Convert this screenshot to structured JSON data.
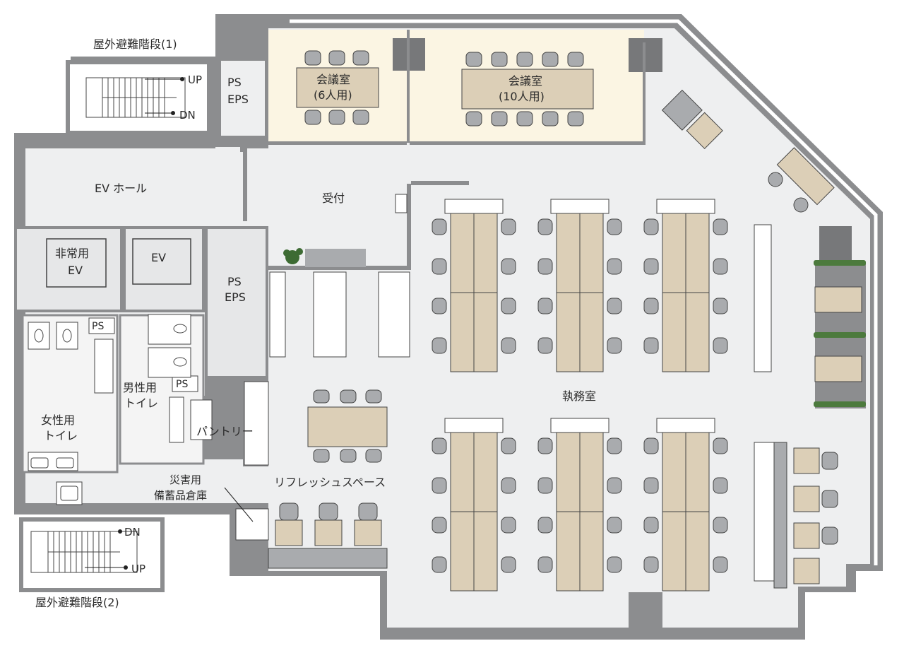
{
  "labels": {
    "stairs_top": "屋外避難階段(1)",
    "stairs_bottom": "屋外避難階段(2)",
    "up": "UP",
    "dn": "DN",
    "ps_eps_top_1": "PS",
    "ps_eps_top_2": "EPS",
    "ps_eps_mid_1": "PS",
    "ps_eps_mid_2": "EPS",
    "ev_hall": "EV ホール",
    "emergency_ev_1": "非常用",
    "emergency_ev_2": "EV",
    "ev": "EV",
    "ps_small_1": "PS",
    "ps_small_2": "PS",
    "womens_toilet_1": "女性用",
    "womens_toilet_2": "トイレ",
    "mens_toilet_1": "男性用",
    "mens_toilet_2": "トイレ",
    "pantry": "パントリー",
    "storage_1": "災害用",
    "storage_2": "備蓄品倉庫",
    "refresh_space": "リフレッシュスペース",
    "reception": "受付",
    "meeting6_1": "会議室",
    "meeting6_2": "(6人用)",
    "meeting10_1": "会議室",
    "meeting10_2": "(10人用)",
    "office": "執務室"
  },
  "colors": {
    "wall": "#8c8d8f",
    "wall_dark": "#77787a",
    "floor": "#eeeff0",
    "meeting_floor": "#fbf5e3",
    "desk": "#dccfb7",
    "chair": "#a9abae",
    "white_panel": "#ffffff"
  }
}
